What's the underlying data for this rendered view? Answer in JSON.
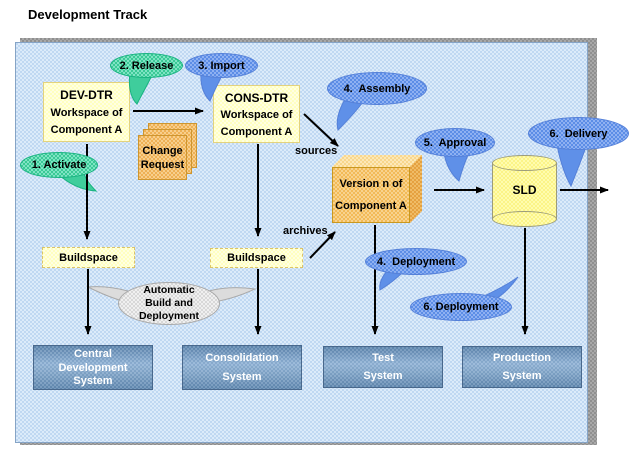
{
  "page_title": "Development Track",
  "workspaces": {
    "dev": {
      "title": "DEV-DTR",
      "line2": "Workspace of",
      "line3": "Component A"
    },
    "cons": {
      "title": "CONS-DTR",
      "line2": "Workspace of",
      "line3": "Component A"
    }
  },
  "change_request": {
    "line1": "Change",
    "line2": "Request"
  },
  "buildspaces": {
    "left": "Buildspace",
    "right": "Buildspace"
  },
  "component_version": {
    "line1": "Version n of",
    "line2": "Component A"
  },
  "sld": {
    "label": "SLD"
  },
  "flow_labels": {
    "sources": "sources",
    "archives": "archives"
  },
  "steps": {
    "activate": "1. Activate",
    "release": "2. Release",
    "import": "3. Import",
    "assembly": "4.  Assembly",
    "approval": "5.  Approval",
    "delivery": "6.  Delivery",
    "deployment_test": "4.  Deployment",
    "deployment_prod": "6. Deployment"
  },
  "auto_build": {
    "line1": "Automatic",
    "line2": "Build and",
    "line3": "Deployment"
  },
  "systems": {
    "central": {
      "line1": "Central",
      "line2": "Development",
      "line3": "System"
    },
    "consolidation": {
      "line1": "Consolidation",
      "line2": "System"
    },
    "test": {
      "line1": "Test",
      "line2": "System"
    },
    "production": {
      "line1": "Production",
      "line2": "System"
    }
  },
  "colors": {
    "background_blue": "#c3daf2",
    "bubble_green": "#3fcd9c",
    "bubble_blue": "#5f90e8",
    "box_yellow": "#ffffc9",
    "orange": "#efb258",
    "system_blue": "#6d95bc",
    "shadow_gray": "#9a9a9a"
  }
}
